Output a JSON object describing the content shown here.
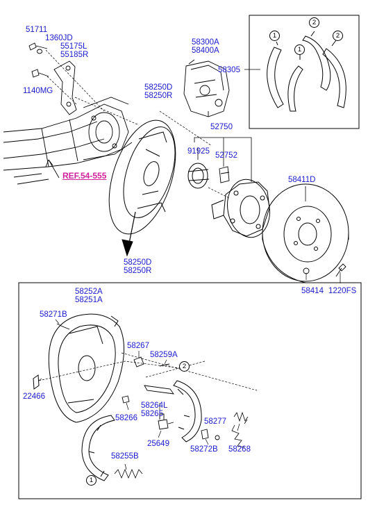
{
  "labels": {
    "p51711": "51711",
    "p1360jd": "1360JD",
    "p55175l": "55175L",
    "p55185r": "55185R",
    "p1140mg": "1140MG",
    "p58300a": "58300A",
    "p58400a": "58400A",
    "p58305": "58305",
    "p58250d_top": "58250D",
    "p58250r_top": "58250R",
    "p52750": "52750",
    "p91925": "91925",
    "p52752": "52752",
    "p58411d": "58411D",
    "p58414": "58414",
    "p1220fs": "1220FS",
    "p58250d_mid": "58250D",
    "p58250r_mid": "58250R",
    "p58252a": "58252A",
    "p58251a": "58251A",
    "p58271b": "58271B",
    "p58267": "58267",
    "p58259a": "58259A",
    "p22466": "22466",
    "p58264l": "58264L",
    "p58265": "58265",
    "p58266": "58266",
    "p58277": "58277",
    "p25649": "25649",
    "p58272b": "58272B",
    "p58268": "58268",
    "p58255b": "58255B"
  },
  "reference": "REF.54-555",
  "callouts": {
    "c1": "1",
    "c2": "2",
    "c3": "1",
    "c4": "2",
    "c5": "2",
    "c6": "1"
  },
  "colors": {
    "label_text": "#1a1ad0",
    "reference_text": "#d0209c",
    "line_art": "#000000"
  }
}
